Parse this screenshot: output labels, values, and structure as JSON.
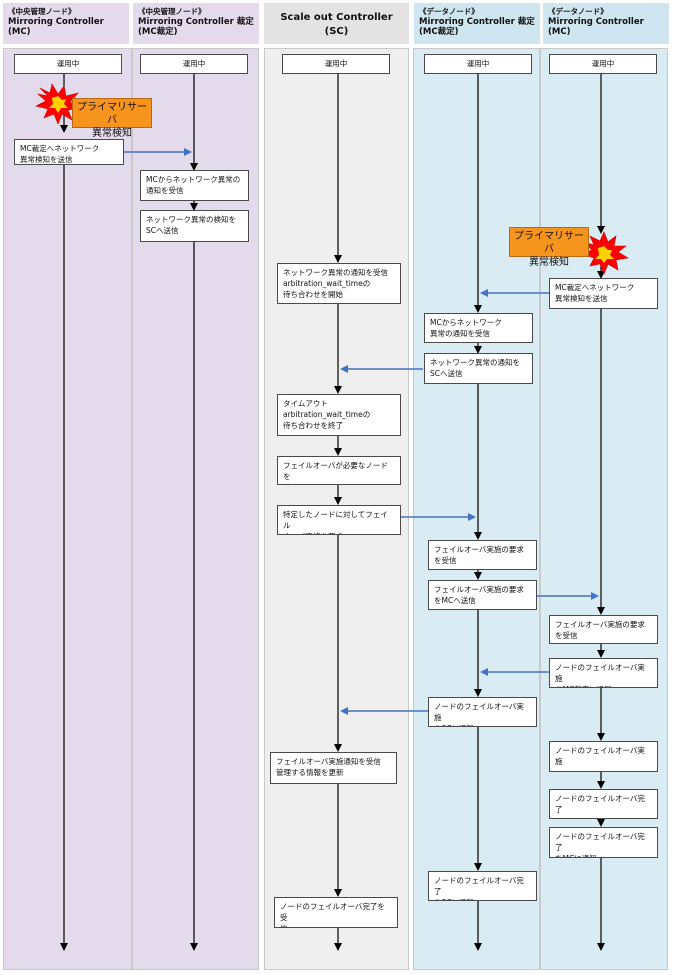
{
  "lanes": [
    {
      "id": "mc-central",
      "tag": "《中央管理ノード》",
      "name": "Mirroring Controller",
      "sub": "(MC)",
      "bg": "#e3dbeb",
      "hdr": "#e3dbeb"
    },
    {
      "id": "mcarb-central",
      "tag": "《中央管理ノード》",
      "name": "Mirroring Controller 裁定",
      "sub": "(MC裁定)",
      "bg": "#e3dbeb",
      "hdr": "#e3dbeb"
    },
    {
      "id": "sc",
      "tag": "",
      "name": "Scale out Controller",
      "sub": "(SC)",
      "bg": "#efefef",
      "hdr": "#e3e3e3"
    },
    {
      "id": "mcarb-data",
      "tag": "《データノード》",
      "name": "Mirroring Controller 裁定",
      "sub": "(MC裁定)",
      "bg": "#d9ecf4",
      "hdr": "#cfe6f0"
    },
    {
      "id": "mc-data",
      "tag": "《データノード》",
      "name": "Mirroring Controller",
      "sub": "(MC)",
      "bg": "#d9ecf4",
      "hdr": "#cfe6f0"
    }
  ],
  "boxes": {
    "b1": "運用中",
    "b2": "運用中",
    "b3": "運用中",
    "b4": "運用中",
    "b5": "運用中",
    "b6": "MC裁定へネットワーク\n異常検知を送信",
    "b7": "MCからネットワーク異常の\n通知を受信",
    "b8": "ネットワーク異常の検知を\nSCへ送信",
    "b9": "ネットワーク異常の通知を受信\narbitration_wait_timeの\n待ち合わせを開始",
    "b10": "MC裁定へネットワーク\n異常検知を送信",
    "b11": "MCからネットワーク\n異常の通知を受信",
    "b12": "ネットワーク異常の通知を\nSCへ送信",
    "b13": "タイムアウト\narbitration_wait_timeの\n待ち合わせを終了",
    "b14": "フェイルオーバが必要なノードを\n特定",
    "b15": "特定したノードに対してフェイル\nオーバ実施を要求",
    "b16": "フェイルオーバ実施の要求\nを受信",
    "b17": "フェイルオーバ実施の要求\nをMCへ送信",
    "b18": "フェイルオーバ実施の要求\nを受信",
    "b19": "ノードのフェイルオーバ実施\nをMC裁定に通知",
    "b20": "ノードのフェイルオーバ実施\nをSCに通知",
    "b21": "フェイルオーバ実施通知を受信\n管理する情報を更新",
    "b22": "ノードのフェイルオーバ実施",
    "b23": "ノードのフェイルオーバ完了",
    "b24": "ノードのフェイルオーバ完了\nをMCに通知",
    "b25": "ノードのフェイルオーバ完了\nをSCに通知",
    "b26": "ノードのフェイルオーバ完了を受\n信"
  },
  "alarms": {
    "a1": "プライマリサーバ\n異常検知",
    "a2": "プライマリサーバ\n異常検知"
  },
  "colors": {
    "message_arrow": "#4472c4",
    "lifeline": "#000000",
    "alarm_fill": "#f7941d",
    "burst_fill": "#ff0000",
    "burst_core": "#ffd200"
  }
}
